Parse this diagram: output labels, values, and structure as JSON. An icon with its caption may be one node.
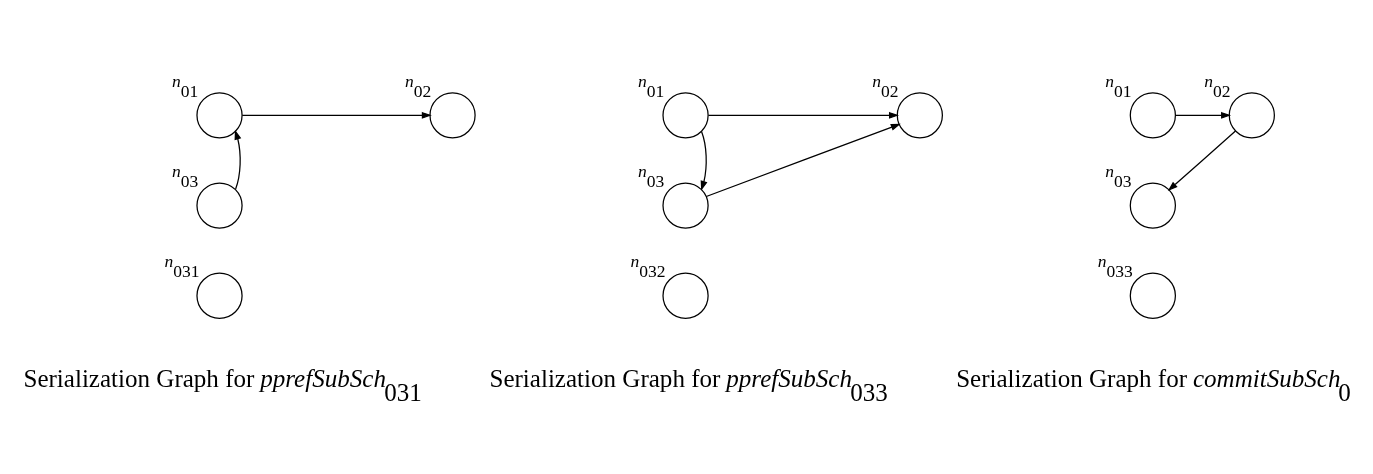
{
  "diagram": {
    "nodes": [
      {
        "text": [],
        "shape": "circle",
        "beside": [
          "*n*$_{01}$"
        ]
      },
      {
        "text": [],
        "shape": "circle",
        "beside": [
          "*n*$_{02}$"
        ]
      },
      {
        "text": [],
        "shape": "circle",
        "beside": [
          "*n*$_{03}$"
        ]
      },
      {
        "text": [],
        "shape": "circle",
        "beside": [
          "*n*$_{031}$"
        ]
      },
      {
        "text": [],
        "shape": "circle",
        "beside": [
          "*n*$_{01}$"
        ]
      },
      {
        "text": [],
        "shape": "circle",
        "beside": [
          "*n*$_{02}$"
        ]
      },
      {
        "text": [],
        "shape": "circle",
        "beside": [
          "*n*$_{03}$"
        ]
      },
      {
        "text": [],
        "shape": "circle",
        "beside": [
          "*n*$_{032}$"
        ]
      },
      {
        "text": [],
        "shape": "circle",
        "beside": [
          "*n*$_{01}$"
        ]
      },
      {
        "text": [],
        "shape": "circle",
        "beside": [
          "*n*$_{02}$"
        ]
      },
      {
        "text": [],
        "shape": "circle",
        "beside": [
          "*n*$_{03}$"
        ]
      },
      {
        "text": [],
        "shape": "circle",
        "beside": [
          "*n*$_{033}$"
        ]
      }
    ],
    "edges": [
      {
        "from": 0,
        "to": 1,
        "arrow": "to"
      },
      {
        "from": 2,
        "to": 0,
        "arrow": "to"
      },
      {
        "from": 4,
        "to": 5,
        "arrow": "to"
      },
      {
        "from": 4,
        "to": 6,
        "arrow": "to"
      },
      {
        "from": 6,
        "to": 5,
        "arrow": "to"
      },
      {
        "from": 8,
        "to": 9,
        "arrow": "to"
      },
      {
        "from": 9,
        "to": 10,
        "arrow": "to"
      }
    ],
    "labels": [
      "Serialization Graph for *pprefSubSch*$_{031}$",
      "Serialization Graph for *pprefSubSch*$_{033}$",
      "Serialization Graph for *commitSubSch*$_{0}$"
    ]
  }
}
